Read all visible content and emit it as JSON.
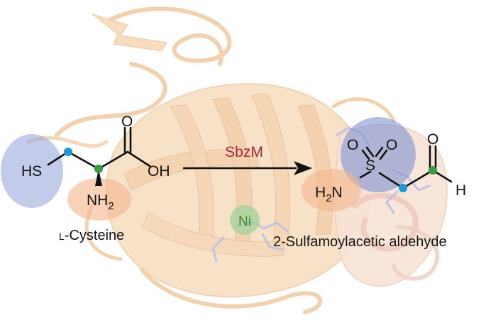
{
  "enzyme": {
    "label": "SbzM"
  },
  "metal": {
    "label": "Ni"
  },
  "substrate": {
    "name": "L-Cysteine",
    "name_smallcaps": "L",
    "name_rest": "-Cysteine",
    "atoms": {
      "thiol": "HS",
      "carbonyl_o": "O",
      "hydroxyl": "OH",
      "amine_n": "NH",
      "amine_sub": "2"
    }
  },
  "product": {
    "name": "2-Sulfamoylacetic aldehyde",
    "atoms": {
      "sulfur": "S",
      "oxo_left": "O",
      "oxo_right": "O",
      "amine_h": "H",
      "amine_sub": "2",
      "amine_n": "N",
      "aldehyde_o": "O",
      "aldehyde_h": "H"
    }
  },
  "colors": {
    "protein": "#f5d3ad",
    "protein_edge": "#e9bf92",
    "blue_highlight": "#8fa3d8",
    "orange_highlight": "#f3b58c",
    "nickel": "#9fd39a",
    "nickel_text": "#3a8a3a",
    "enzyme_text": "#b0233c",
    "atom_blue": "#1e9ad6",
    "atom_green": "#3a9a43"
  }
}
